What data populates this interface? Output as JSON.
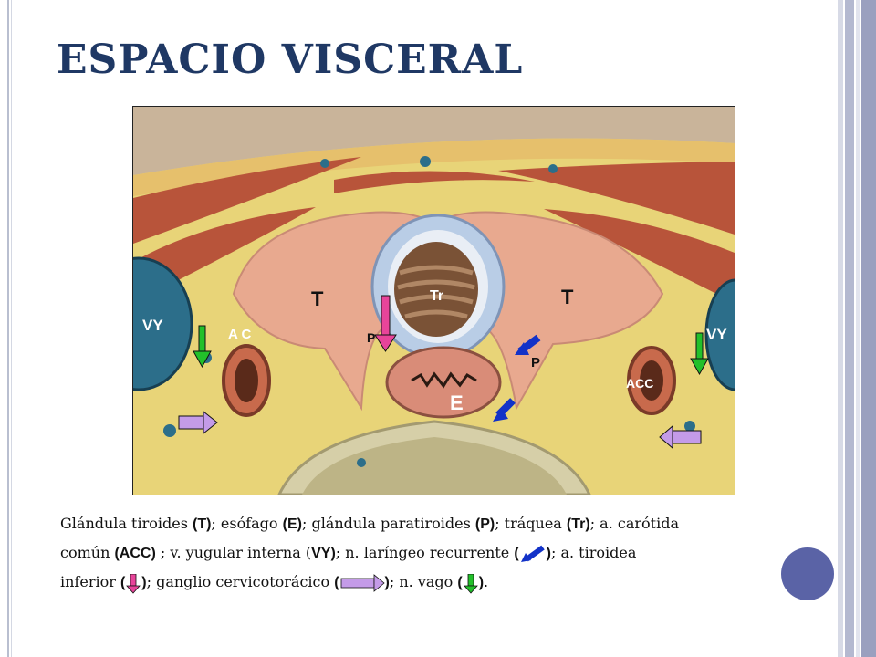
{
  "slide": {
    "title": "ESPACIO VISCERAL",
    "colors": {
      "title": "#1f3864",
      "nav_button": "#5a63a6",
      "accent_bars": [
        "#c8cbdc",
        "#a9aec8",
        "#8e94b6"
      ]
    }
  },
  "figure": {
    "labels": {
      "tr": "Tr",
      "t_left": "T",
      "t_right": "T",
      "vy_left": "VY",
      "vy_right": "VY",
      "ac": "A C",
      "acc": "ACC",
      "p_left": "P",
      "p_right": "P",
      "e": "E"
    },
    "arrow_colors": {
      "green": "#22c02a",
      "magenta": "#e8449a",
      "blue": "#1232c8",
      "lavender": "#c49be8"
    }
  },
  "caption": {
    "line1": {
      "t1": "Glándula tiroides ",
      "b1": "(T)",
      "t2": "; esófago ",
      "b2": "(E)",
      "t3": "; glándula paratiroides ",
      "b3": "(P)",
      "t4": "; tráquea ",
      "b4": "(Tr)",
      "t5": "; a. carótida"
    },
    "line2": {
      "t1": "común ",
      "b1": "(ACC)",
      "t2": " ; v. yugular interna (",
      "b2": "VY)",
      "t3": "; n. laríngeo recurrente ",
      "b3": "(",
      "b4": ")",
      "t4": "; a. tiroidea"
    },
    "line3": {
      "t1": "inferior ",
      "b1": "(",
      "b2": ")",
      "t2": ";  ganglio cervicotorácico ",
      "b3": "(",
      "b4": ")",
      "t3": "; n. vago ",
      "b5": "(",
      "b6": ")",
      "t4": "."
    }
  }
}
